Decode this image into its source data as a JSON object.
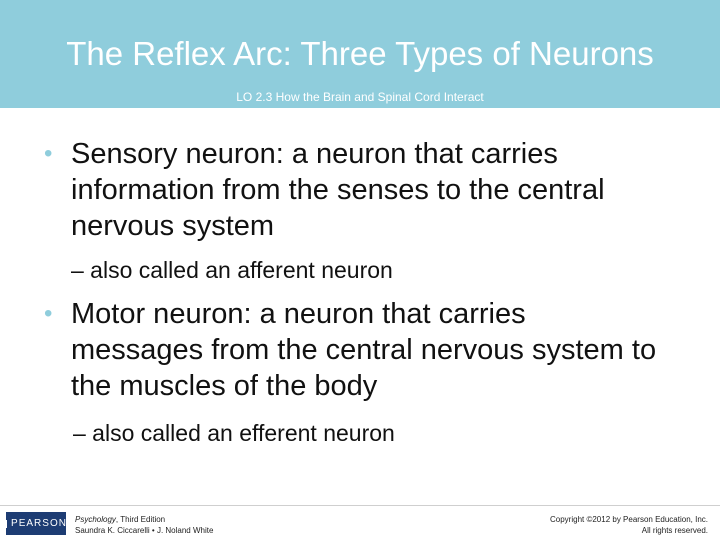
{
  "header": {
    "title": "The Reflex Arc: Three Types of Neurons",
    "subtitle": "LO 2.3 How the Brain and Spinal Cord Interact"
  },
  "bullets": [
    {
      "symbol": "•",
      "text": "Sensory neuron: a neuron that carries information from the senses to the central nervous system",
      "sub": "– also called an afferent neuron"
    },
    {
      "symbol": "•",
      "text": "Motor neuron: a neuron that carries messages from the central nervous system to the muscles of the body",
      "sub": "–  also called an efferent neuron"
    }
  ],
  "footer": {
    "logo": "PEARSON",
    "book_title": "Psychology",
    "book_edition": ", Third Edition",
    "authors": "Saundra K. Ciccarelli • J. Noland White",
    "copyright": "Copyright ©2012 by Pearson Education, Inc.",
    "rights": "All rights reserved."
  },
  "colors": {
    "header_bg": "#8fcddc",
    "bullet": "#8fcddc",
    "logo_bg": "#1d3c73"
  }
}
